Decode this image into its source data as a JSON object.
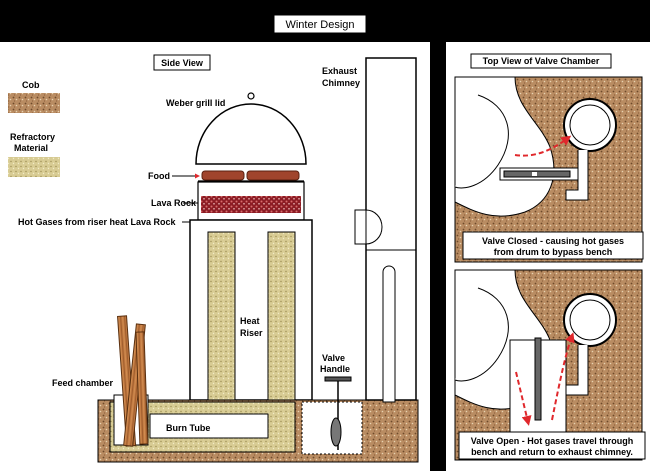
{
  "title": "Winter Design",
  "side_view": {
    "heading": "Side View",
    "legend": {
      "cob": "Cob",
      "refractory_line1": "Refractory",
      "refractory_line2": "Material"
    },
    "labels": {
      "weber_lid": "Weber grill lid",
      "food": "Food",
      "lava_rock": "Lava Rock",
      "hot_gases": "Hot Gases from riser heat Lava Rock",
      "exhaust_line1": "Exhaust",
      "exhaust_line2": "Chimney",
      "heat_riser_line1": "Heat",
      "heat_riser_line2": "Riser",
      "valve_line1": "Valve",
      "valve_line2": "Handle",
      "feed_chamber": "Feed chamber",
      "burn_tube": "Burn Tube"
    }
  },
  "top_view": {
    "heading": "Top View of Valve Chamber",
    "closed_caption_line1": "Valve Closed - causing hot gases",
    "closed_caption_line2": "from drum to bypass bench",
    "open_caption_line1": "Valve Open - Hot gases travel through",
    "open_caption_line2": "bench and return to exhaust chimney."
  },
  "colors": {
    "cob": "#b98c62",
    "refractory": "#d8cc94",
    "food": "#a0442c",
    "lava": "#8c1c24",
    "arrow": "#e0282c"
  }
}
